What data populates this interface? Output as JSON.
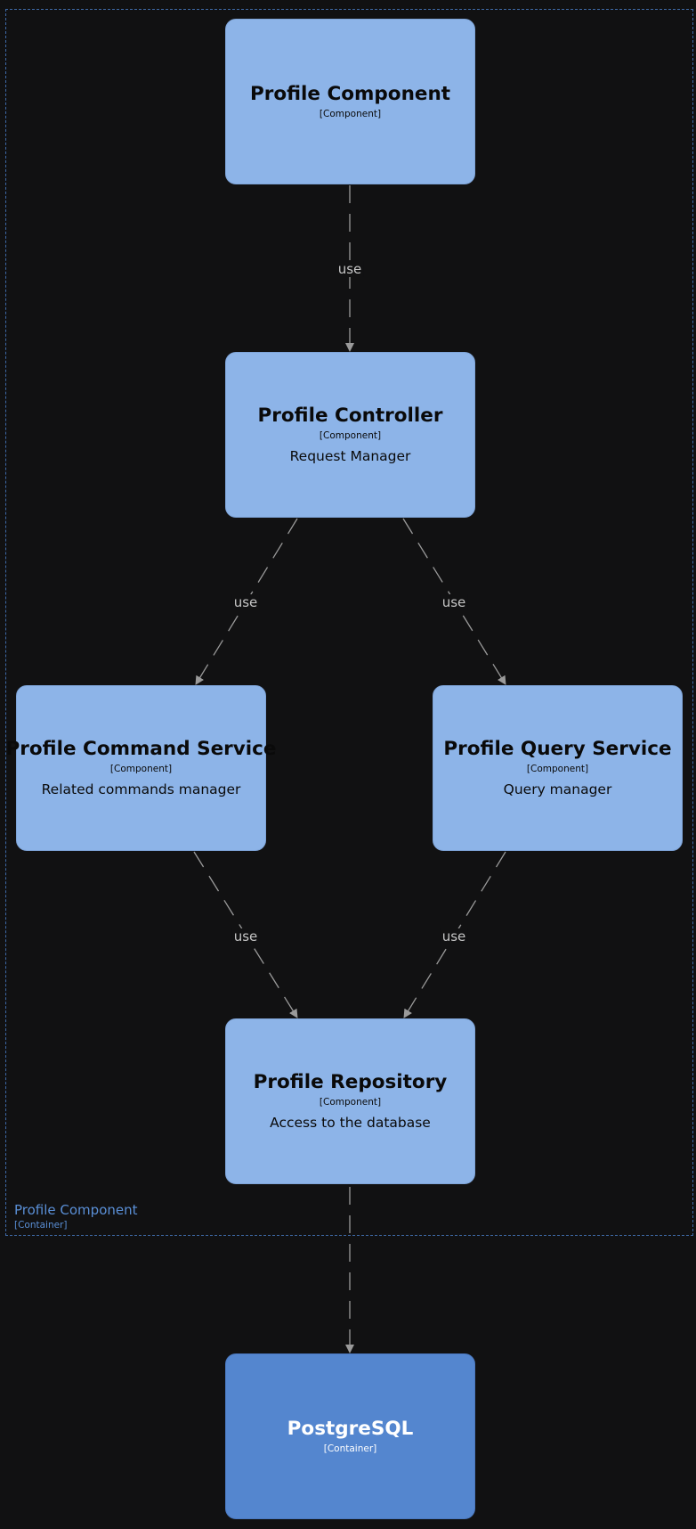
{
  "colors": {
    "background": "#111112",
    "component_fill": "#8db4e8",
    "container_fill": "#5486cf",
    "boundary_stroke": "#3f6aa8",
    "edge_color": "#9a9a9a"
  },
  "boundary": {
    "title": "Profile Component",
    "type": "[Container]"
  },
  "nodes": {
    "profile_component": {
      "title": "Profile Component",
      "type": "[Component]"
    },
    "profile_controller": {
      "title": "Profile Controller",
      "type": "[Component]",
      "description": "Request Manager"
    },
    "profile_command_service": {
      "title": "Profile Command Service",
      "type": "[Component]",
      "description": "Related commands manager"
    },
    "profile_query_service": {
      "title": "Profile Query Service",
      "type": "[Component]",
      "description": "Query manager"
    },
    "profile_repository": {
      "title": "Profile Repository",
      "type": "[Component]",
      "description": "Access to the database"
    },
    "postgresql": {
      "title": "PostgreSQL",
      "type": "[Container]"
    }
  },
  "relations": [
    {
      "from": "Profile Component",
      "to": "Profile Controller",
      "label": "use"
    },
    {
      "from": "Profile Controller",
      "to": "Profile Command Service",
      "label": "use"
    },
    {
      "from": "Profile Controller",
      "to": "Profile Query Service",
      "label": "use"
    },
    {
      "from": "Profile Command Service",
      "to": "Profile Repository",
      "label": "use"
    },
    {
      "from": "Profile Query Service",
      "to": "Profile Repository",
      "label": "use"
    },
    {
      "from": "Profile Repository",
      "to": "PostgreSQL",
      "label": ""
    }
  ]
}
